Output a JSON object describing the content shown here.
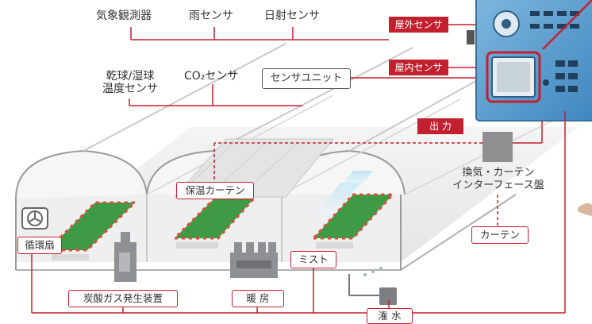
{
  "sensors": {
    "outdoor_items": [
      "気象観測器",
      "雨センサ",
      "日射センサ"
    ],
    "outdoor_label": "屋外センサ",
    "indoor_item1_line1": "乾球/湿球",
    "indoor_item1_line2": "温度センサ",
    "indoor_item2": "CO₂センサ",
    "sensor_unit": "センサユニット",
    "indoor_label": "屋内センサ"
  },
  "output_label": "出 力",
  "interface_panel": {
    "line1": "換気・カーテン",
    "line2": "インターフェース盤"
  },
  "curtain": "カーテン",
  "equipment": {
    "insulation_curtain": "保温カーテン",
    "circulation_fan": "循環扇",
    "co2_generator": "炭酸ガス発生装置",
    "heater": "暖 房",
    "mist": "ミスト",
    "irrigation": "潅 水"
  },
  "colors": {
    "accent_red": "#c3202f",
    "controller_blue": "#5a9fcf",
    "plant_green": "#3f9a45",
    "equipment_gray": "#8e9094"
  }
}
